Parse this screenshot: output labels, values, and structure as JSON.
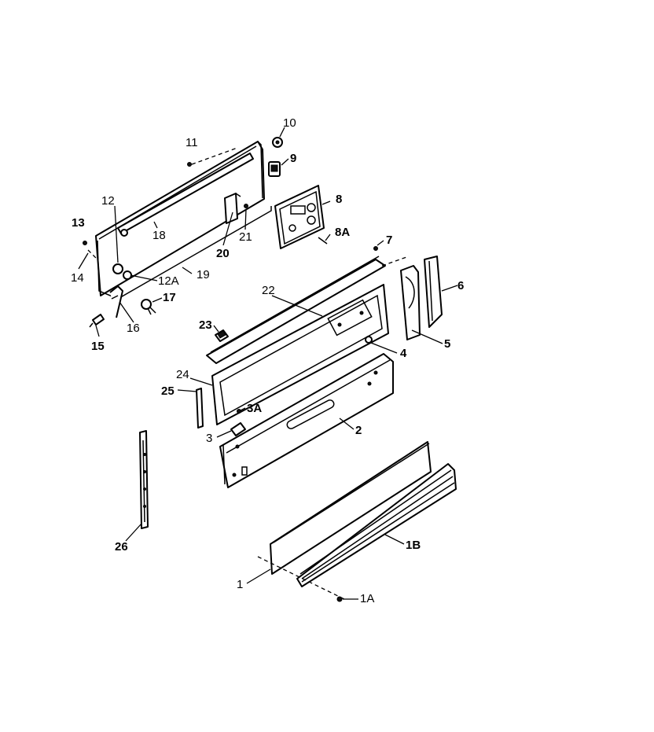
{
  "callouts": {
    "c10": "10",
    "c9": "9",
    "c11": "11",
    "c8": "8",
    "c8A": "8A",
    "c12": "12",
    "c13": "13",
    "c18": "18",
    "c21": "21",
    "c20": "20",
    "c7": "7",
    "c14": "14",
    "c12A": "12A",
    "c19": "19",
    "c6": "6",
    "c17": "17",
    "c22": "22",
    "c16": "16",
    "c15": "15",
    "c23": "23",
    "c5": "5",
    "c4": "4",
    "c24": "24",
    "c25": "25",
    "c3A": "3A",
    "c3": "3",
    "c2": "2",
    "c26": "26",
    "c1B": "1B",
    "c1": "1",
    "c1A": "1A"
  }
}
